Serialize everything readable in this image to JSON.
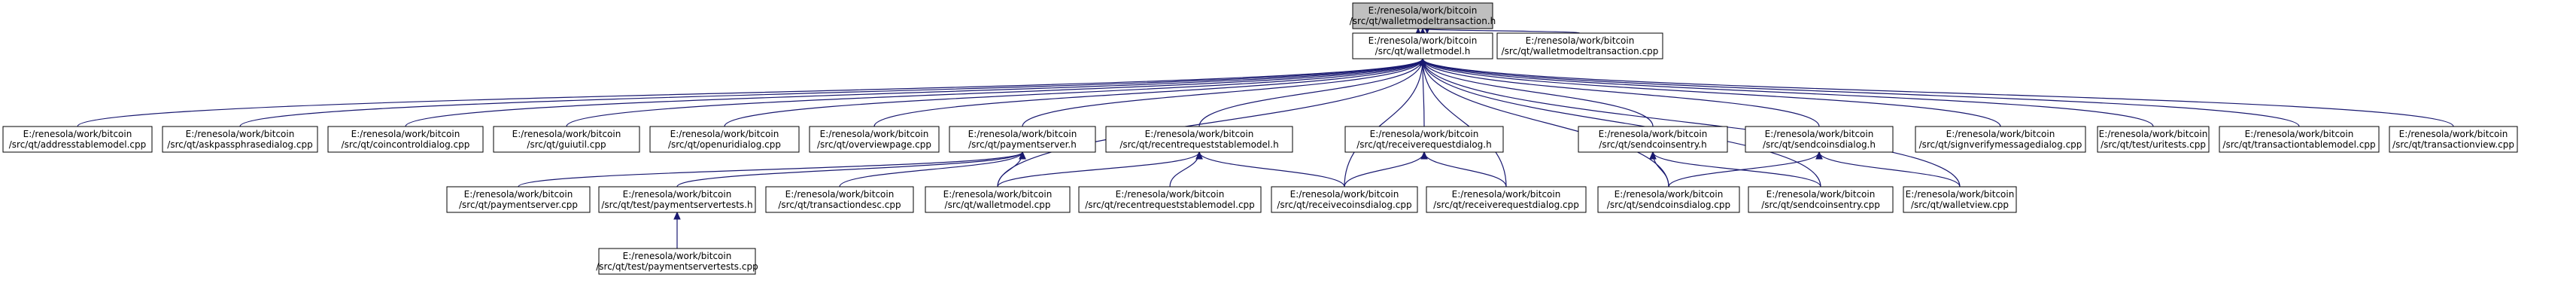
{
  "diagram": {
    "nodes": [
      {
        "id": "wmt_h",
        "lines": [
          "E:/renesola/work/bitcoin",
          "/src/qt/walletmodeltransaction.h"
        ],
        "root": true
      },
      {
        "id": "wm_h",
        "lines": [
          "E:/renesola/work/bitcoin",
          "/src/qt/walletmodel.h"
        ]
      },
      {
        "id": "wmt_cpp",
        "lines": [
          "E:/renesola/work/bitcoin",
          "/src/qt/walletmodeltransaction.cpp"
        ]
      },
      {
        "id": "atm_cpp",
        "lines": [
          "E:/renesola/work/bitcoin",
          "/src/qt/addresstablemodel.cpp"
        ]
      },
      {
        "id": "apd_cpp",
        "lines": [
          "E:/renesola/work/bitcoin",
          "/src/qt/askpassphrasedialog.cpp"
        ]
      },
      {
        "id": "ccd_cpp",
        "lines": [
          "E:/renesola/work/bitcoin",
          "/src/qt/coincontroldialog.cpp"
        ]
      },
      {
        "id": "gu_cpp",
        "lines": [
          "E:/renesola/work/bitcoin",
          "/src/qt/guiutil.cpp"
        ]
      },
      {
        "id": "oud_cpp",
        "lines": [
          "E:/renesola/work/bitcoin",
          "/src/qt/openuridialog.cpp"
        ]
      },
      {
        "id": "ovp_cpp",
        "lines": [
          "E:/renesola/work/bitcoin",
          "/src/qt/overviewpage.cpp"
        ]
      },
      {
        "id": "ps_h",
        "lines": [
          "E:/renesola/work/bitcoin",
          "/src/qt/paymentserver.h"
        ]
      },
      {
        "id": "rrtm_h",
        "lines": [
          "E:/renesola/work/bitcoin",
          "/src/qt/recentrequeststablemodel.h"
        ]
      },
      {
        "id": "rrd_h",
        "lines": [
          "E:/renesola/work/bitcoin",
          "/src/qt/receiverequestdialog.h"
        ]
      },
      {
        "id": "sce_h",
        "lines": [
          "E:/renesola/work/bitcoin",
          "/src/qt/sendcoinsentry.h"
        ]
      },
      {
        "id": "scd_h",
        "lines": [
          "E:/renesola/work/bitcoin",
          "/src/qt/sendcoinsdialog.h"
        ]
      },
      {
        "id": "svmd_cpp",
        "lines": [
          "E:/renesola/work/bitcoin",
          "/src/qt/signverifymessagedialog.cpp"
        ]
      },
      {
        "id": "uri_cpp",
        "lines": [
          "E:/renesola/work/bitcoin",
          "/src/qt/test/uritests.cpp"
        ]
      },
      {
        "id": "ttm_cpp",
        "lines": [
          "E:/renesola/work/bitcoin",
          "/src/qt/transactiontablemodel.cpp"
        ]
      },
      {
        "id": "tv_cpp",
        "lines": [
          "E:/renesola/work/bitcoin",
          "/src/qt/transactionview.cpp"
        ]
      },
      {
        "id": "ps_cpp",
        "lines": [
          "E:/renesola/work/bitcoin",
          "/src/qt/paymentserver.cpp"
        ]
      },
      {
        "id": "pst_h",
        "lines": [
          "E:/renesola/work/bitcoin",
          "/src/qt/test/paymentservertests.h"
        ]
      },
      {
        "id": "td_cpp",
        "lines": [
          "E:/renesola/work/bitcoin",
          "/src/qt/transactiondesc.cpp"
        ]
      },
      {
        "id": "wm_cpp",
        "lines": [
          "E:/renesola/work/bitcoin",
          "/src/qt/walletmodel.cpp"
        ]
      },
      {
        "id": "rrtm_cpp",
        "lines": [
          "E:/renesola/work/bitcoin",
          "/src/qt/recentrequeststablemodel.cpp"
        ]
      },
      {
        "id": "rcd_cpp",
        "lines": [
          "E:/renesola/work/bitcoin",
          "/src/qt/receivecoinsdialog.cpp"
        ]
      },
      {
        "id": "rrd_cpp",
        "lines": [
          "E:/renesola/work/bitcoin",
          "/src/qt/receiverequestdialog.cpp"
        ]
      },
      {
        "id": "scd_cpp",
        "lines": [
          "E:/renesola/work/bitcoin",
          "/src/qt/sendcoinsdialog.cpp"
        ]
      },
      {
        "id": "sce_cpp",
        "lines": [
          "E:/renesola/work/bitcoin",
          "/src/qt/sendcoinsentry.cpp"
        ]
      },
      {
        "id": "wv_cpp",
        "lines": [
          "E:/renesola/work/bitcoin",
          "/src/qt/walletview.cpp"
        ]
      },
      {
        "id": "pst_cpp",
        "lines": [
          "E:/renesola/work/bitcoin",
          "/src/qt/test/paymentservertests.cpp"
        ]
      }
    ],
    "edges": [
      {
        "from": "wmt_h",
        "to": "wm_h"
      },
      {
        "from": "wm_h",
        "to": "wmt_h"
      },
      {
        "from": "wmt_h",
        "to": "wmt_cpp"
      },
      {
        "from": "wm_h",
        "to": "atm_cpp"
      },
      {
        "from": "wm_h",
        "to": "apd_cpp"
      },
      {
        "from": "wm_h",
        "to": "ccd_cpp"
      },
      {
        "from": "wm_h",
        "to": "gu_cpp"
      },
      {
        "from": "wm_h",
        "to": "oud_cpp"
      },
      {
        "from": "wm_h",
        "to": "ovp_cpp"
      },
      {
        "from": "wm_h",
        "to": "ps_h"
      },
      {
        "from": "wm_h",
        "to": "rrtm_h"
      },
      {
        "from": "wm_h",
        "to": "rrd_h"
      },
      {
        "from": "wm_h",
        "to": "sce_h"
      },
      {
        "from": "wm_h",
        "to": "scd_h"
      },
      {
        "from": "wm_h",
        "to": "svmd_cpp"
      },
      {
        "from": "wm_h",
        "to": "uri_cpp"
      },
      {
        "from": "wm_h",
        "to": "ttm_cpp"
      },
      {
        "from": "wm_h",
        "to": "tv_cpp"
      },
      {
        "from": "wm_h",
        "to": "wm_cpp"
      },
      {
        "from": "wm_h",
        "to": "rcd_cpp"
      },
      {
        "from": "wm_h",
        "to": "rrd_cpp"
      },
      {
        "from": "wm_h",
        "to": "scd_cpp"
      },
      {
        "from": "wm_h",
        "to": "sce_cpp"
      },
      {
        "from": "wm_h",
        "to": "wv_cpp"
      },
      {
        "from": "ps_h",
        "to": "ps_cpp"
      },
      {
        "from": "ps_h",
        "to": "pst_h"
      },
      {
        "from": "ps_h",
        "to": "td_cpp"
      },
      {
        "from": "ps_h",
        "to": "wm_cpp"
      },
      {
        "from": "rrtm_h",
        "to": "wm_cpp"
      },
      {
        "from": "rrtm_h",
        "to": "rrtm_cpp"
      },
      {
        "from": "rrtm_h",
        "to": "rcd_cpp"
      },
      {
        "from": "rrd_h",
        "to": "rcd_cpp"
      },
      {
        "from": "rrd_h",
        "to": "rrd_cpp"
      },
      {
        "from": "sce_h",
        "to": "scd_cpp"
      },
      {
        "from": "sce_h",
        "to": "sce_cpp"
      },
      {
        "from": "scd_h",
        "to": "scd_cpp"
      },
      {
        "from": "scd_h",
        "to": "wv_cpp"
      },
      {
        "from": "pst_h",
        "to": "pst_cpp"
      }
    ]
  }
}
